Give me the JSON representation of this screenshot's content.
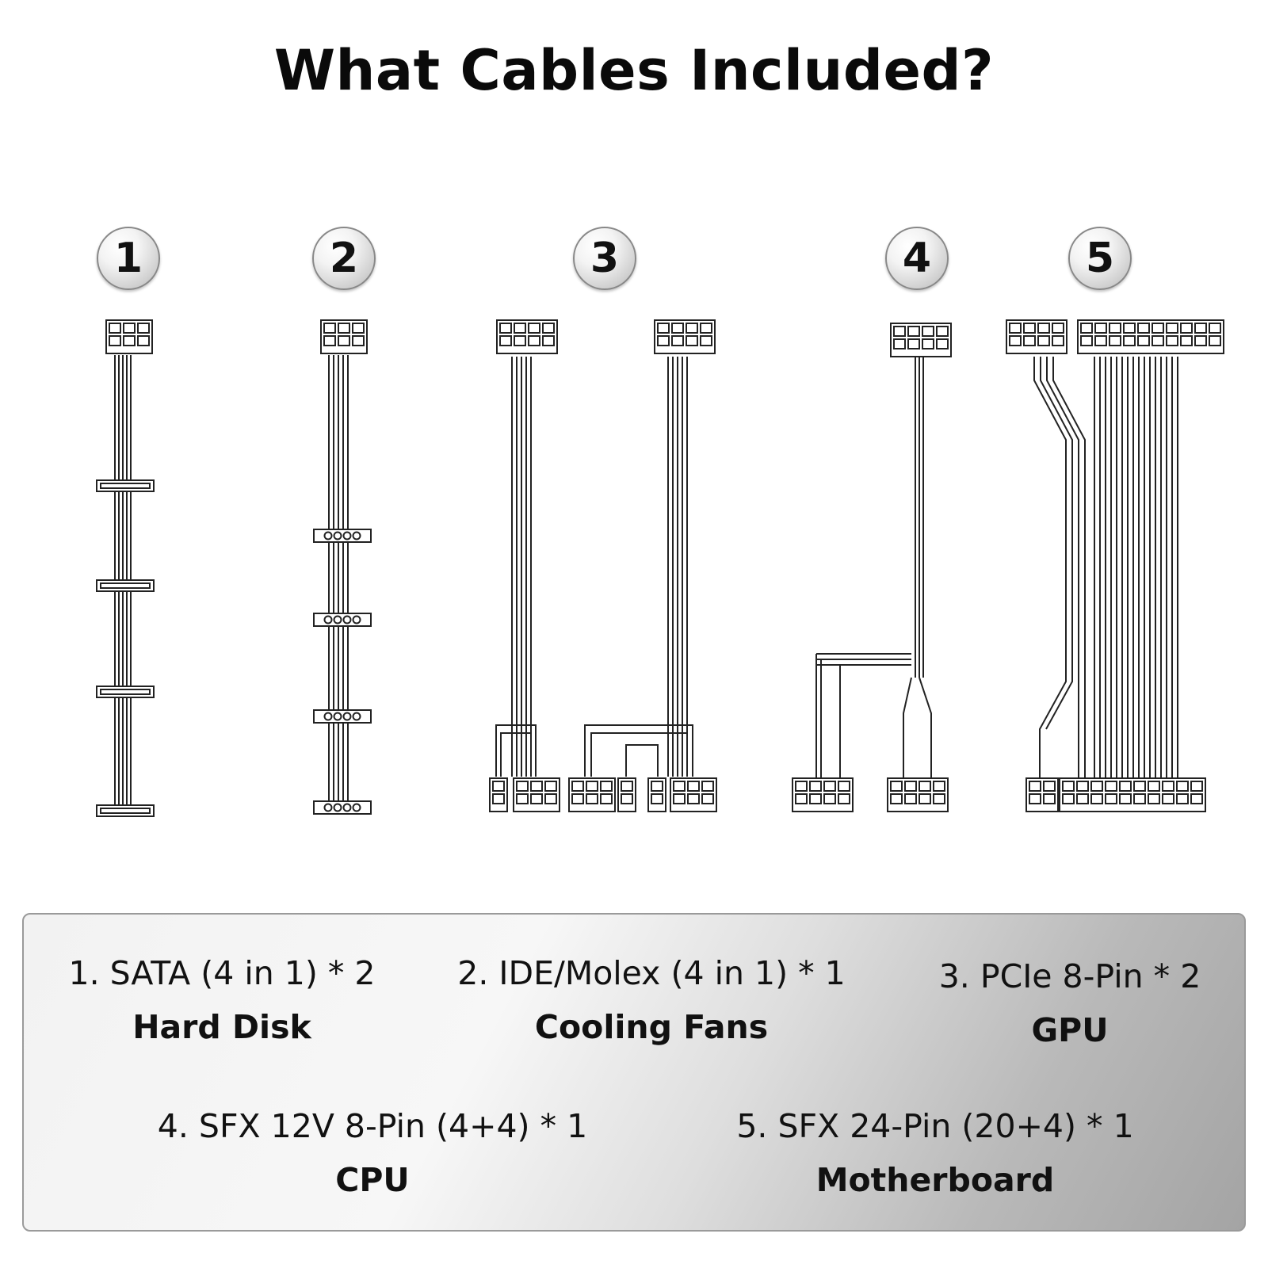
{
  "title": "What Cables Included?",
  "badges": [
    "1",
    "2",
    "3",
    "4",
    "5"
  ],
  "items": [
    {
      "spec": "1. SATA (4 in 1) * 2",
      "use": "Hard Disk"
    },
    {
      "spec": "2. IDE/Molex (4 in 1) * 1",
      "use": "Cooling Fans"
    },
    {
      "spec": "3. PCIe 8-Pin * 2",
      "use": "GPU"
    },
    {
      "spec": "4. SFX 12V 8-Pin (4+4) * 1",
      "use": "CPU"
    },
    {
      "spec": "5. SFX 24-Pin (20+4) * 1",
      "use": "Motherboard"
    }
  ],
  "colors": {
    "line": "#222222",
    "badge_border": "#888888",
    "panel_border": "#9a9a9a"
  }
}
